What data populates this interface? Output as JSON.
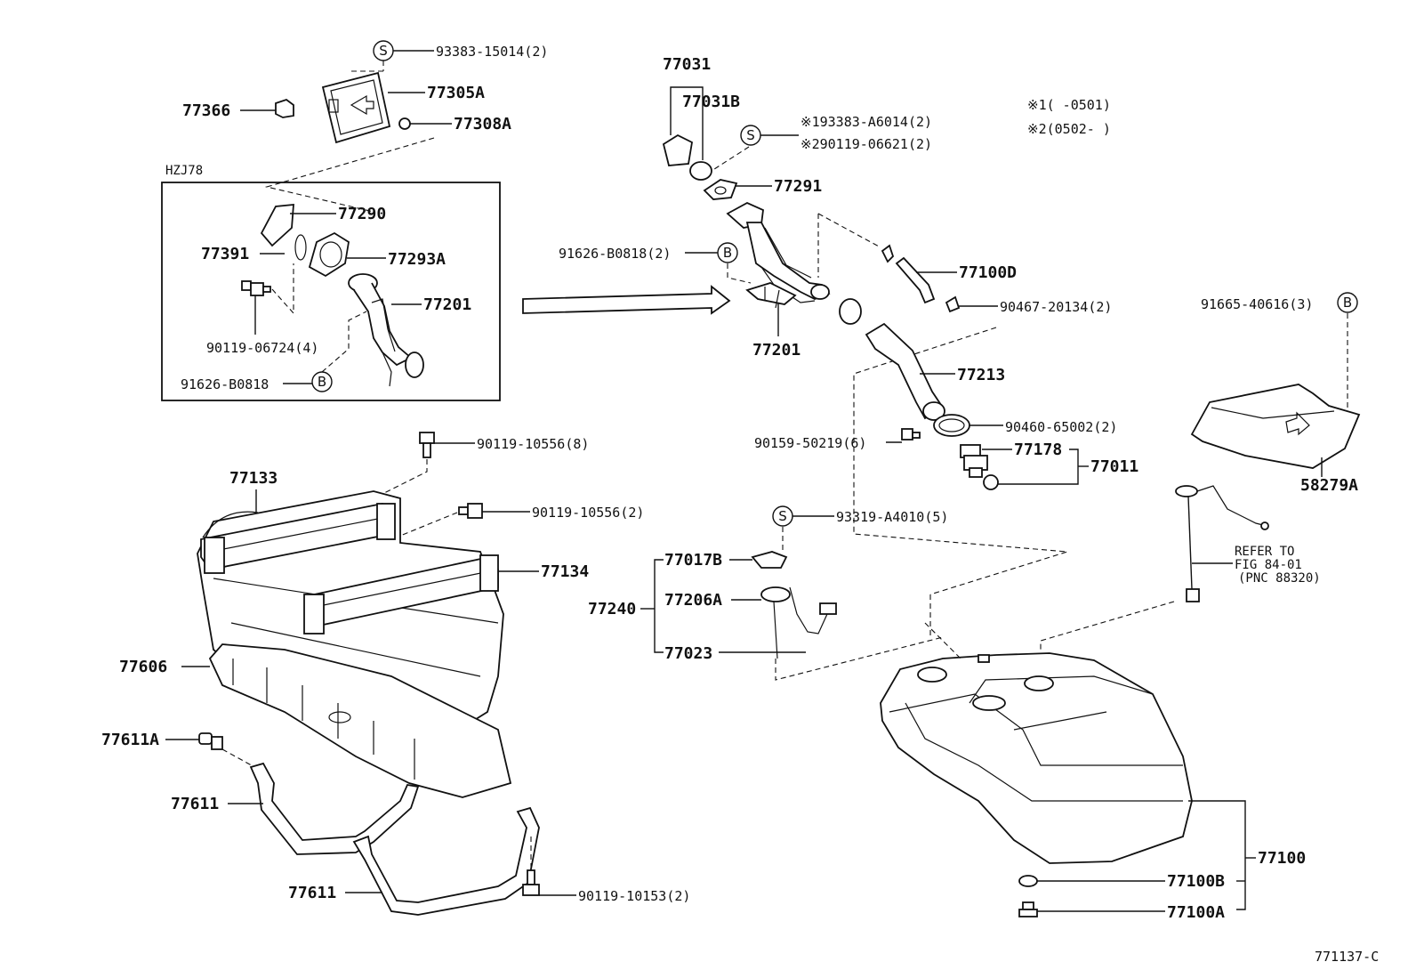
{
  "symbols": {
    "s": "S",
    "b": "B"
  },
  "labels": {
    "p93383_15014": "93383-15014(2)",
    "p77366": "77366",
    "p77305A": "77305A",
    "p77308A": "77308A",
    "hzj78": "HZJ78",
    "p77290": "77290",
    "p77391": "77391",
    "p77293A": "77293A",
    "p77201_box": "77201",
    "p90119_06724": "90119-06724(4)",
    "p91626_B0818_box": "91626-B0818",
    "p77031": "77031",
    "p77031B": "77031B",
    "p193383": "※193383-A6014(2)",
    "p290119": "※290119-06621(2)",
    "note1": "※1(        -0501)",
    "note2": "※2(0502-          )",
    "p77291": "77291",
    "p91626_B0818_2": "91626-B0818(2)",
    "p77100D": "77100D",
    "p90467": "90467-20134(2)",
    "p91665": "91665-40616(3)",
    "p77201": "77201",
    "p77213": "77213",
    "p90460": "90460-65002(2)",
    "p90159": "90159-50219(6)",
    "p77178": "77178",
    "p77011": "77011",
    "p58279A": "58279A",
    "p90119_10556_8": "90119-10556(8)",
    "p77133": "77133",
    "p90119_10556_2": "90119-10556(2)",
    "p93319": "93319-A4010(5)",
    "p77017B": "77017B",
    "p77134": "77134",
    "p77240": "77240",
    "p77206A": "77206A",
    "refer1": "REFER TO",
    "refer2": "FIG 84-01",
    "refer3": "(PNC 88320)",
    "p77023": "77023",
    "p77606": "77606",
    "p77611A": "77611A",
    "p77611_a": "77611",
    "p77611_b": "77611",
    "p90119_10153": "90119-10153(2)",
    "p77100": "77100",
    "p77100B": "77100B",
    "p77100A": "77100A",
    "fig_id": "771137-C"
  }
}
